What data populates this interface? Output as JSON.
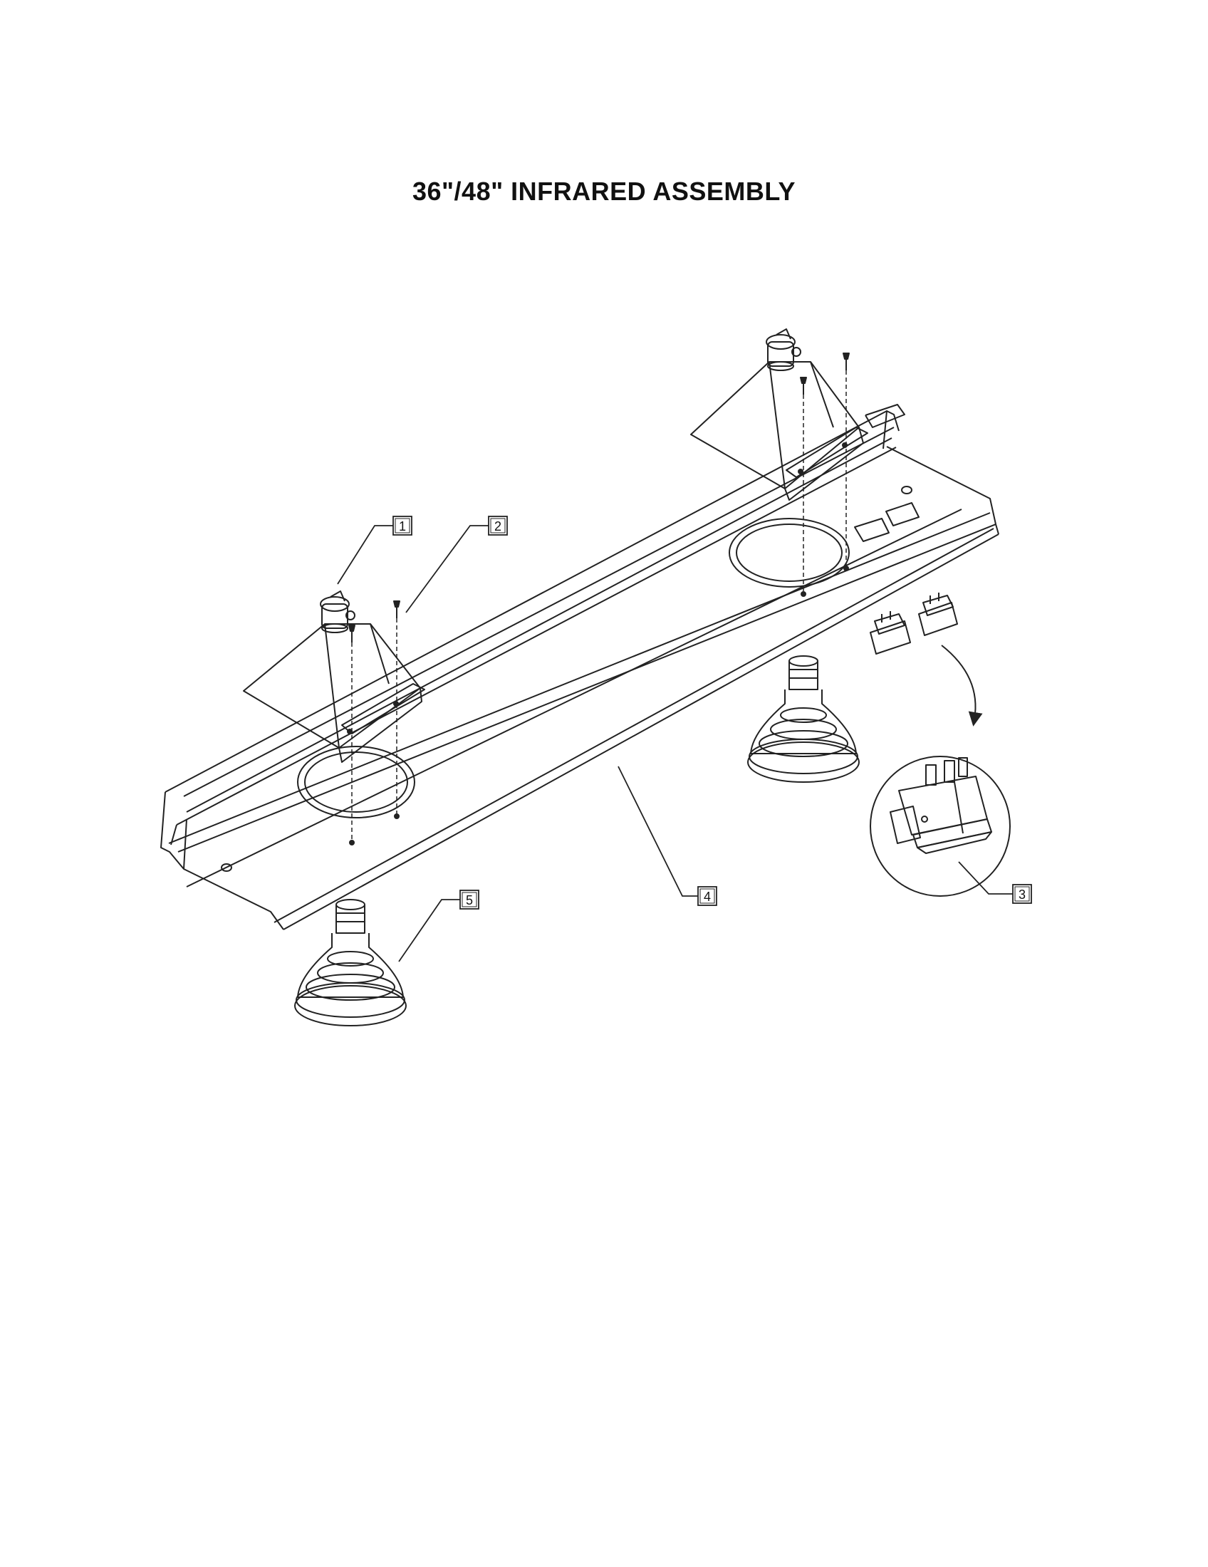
{
  "title": "36\"/48\" INFRARED ASSEMBLY",
  "callouts": [
    {
      "id": "1"
    },
    {
      "id": "2"
    },
    {
      "id": "3"
    },
    {
      "id": "4"
    },
    {
      "id": "5"
    }
  ]
}
